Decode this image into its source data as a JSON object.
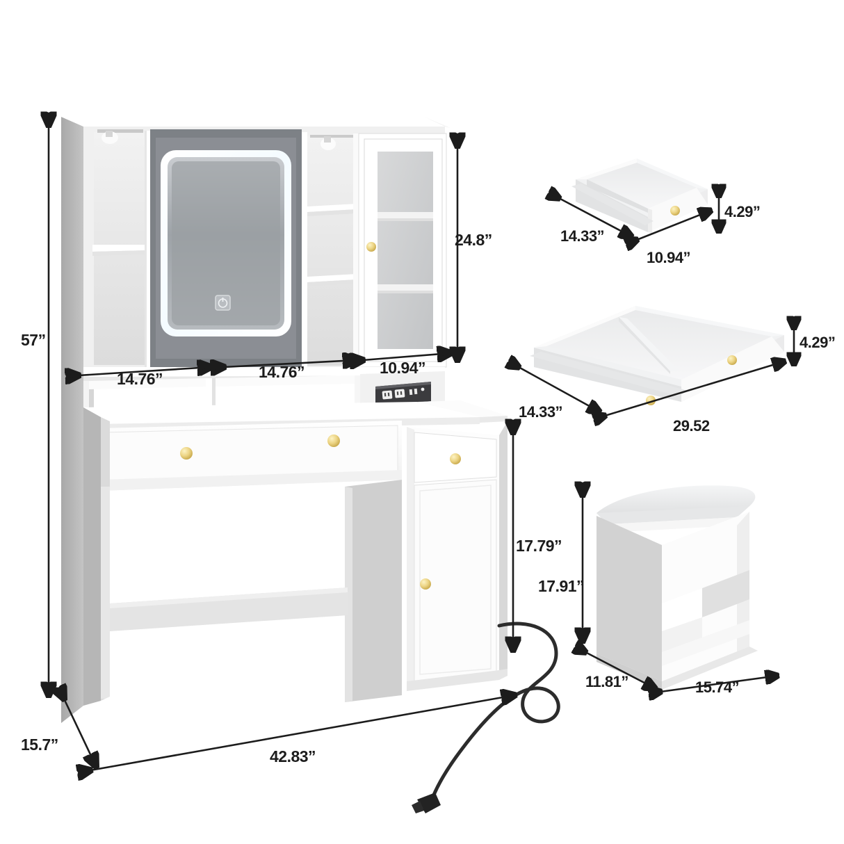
{
  "page": {
    "background": "#ffffff",
    "accent_gold": "#e8cf7a",
    "line_color": "#1c1c1c",
    "panel_white": "#fdfdfd",
    "panel_gray": "#b9b9b9",
    "mirror_gray": "#8e9296"
  },
  "product": {
    "name": "vanity-desk-set",
    "parts": [
      {
        "id": "vanity",
        "label": "vanity-desk-with-lighted-mirror-hutch"
      },
      {
        "id": "small-drawer",
        "label": "small-drawer"
      },
      {
        "id": "large-drawer",
        "label": "large-divided-drawer"
      },
      {
        "id": "stool",
        "label": "cushioned-vanity-stool"
      }
    ]
  },
  "dimensions": {
    "vanity": {
      "overall_height": "57”",
      "hutch_left_shelf_width": "14.76”",
      "hutch_mirror_width": "14.76”",
      "hutch_cabinet_width": "10.94”",
      "hutch_cabinet_height": "24.8”",
      "side_cabinet_height": "17.79”",
      "overall_depth": "15.7”",
      "overall_width": "42.83”"
    },
    "small_drawer": {
      "depth": "14.33”",
      "width": "10.94”",
      "height": "4.29”"
    },
    "large_drawer": {
      "depth": "14.33”",
      "width": "29.52",
      "height": "4.29”"
    },
    "stool": {
      "height": "17.91”",
      "depth": "11.81”",
      "width": "15.74”"
    }
  },
  "features": {
    "mirror": "led-lighted-mirror",
    "mirror_touch_button": "power-touch-switch",
    "power_strip": "outlet-and-usb-power-strip",
    "power_cord": "plug-cord",
    "knob": "gold-round-knob",
    "shelf_lights": "shelf-spot-light"
  }
}
